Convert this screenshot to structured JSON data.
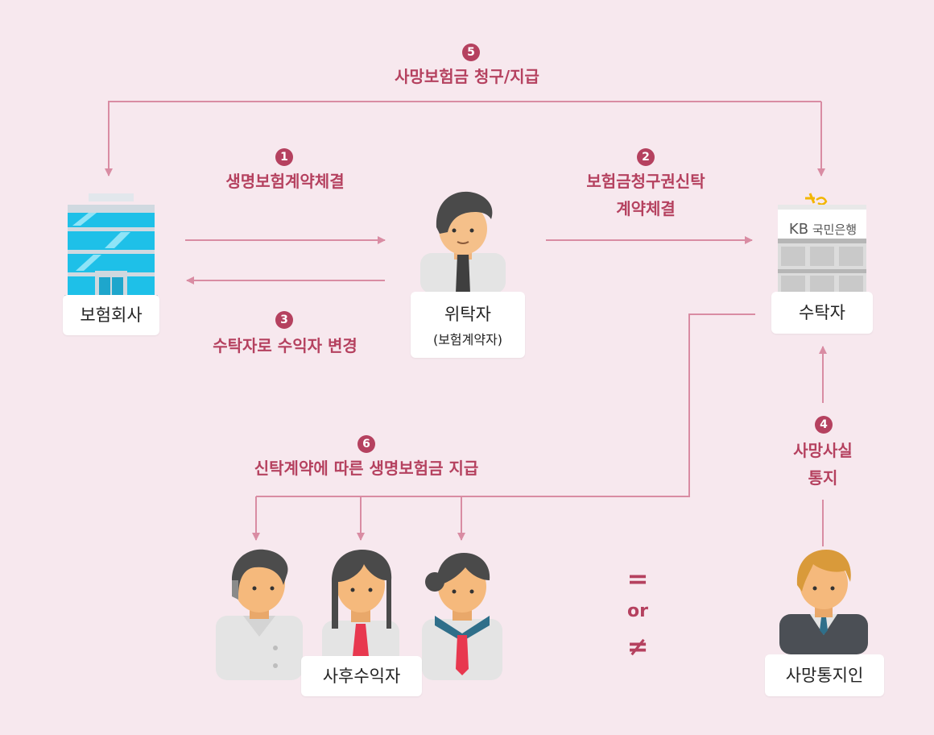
{
  "steps": {
    "s1": {
      "number": "1",
      "label": "생명보험계약체결"
    },
    "s2": {
      "number": "2",
      "label_line1": "보험금청구권신탁",
      "label_line2": "계약체결"
    },
    "s3": {
      "number": "3",
      "label": "수탁자로 수익자 변경"
    },
    "s4": {
      "number": "4",
      "label_line1": "사망사실",
      "label_line2": "통지"
    },
    "s5": {
      "number": "5",
      "label": "사망보험금 청구/지급"
    },
    "s6": {
      "number": "6",
      "label": "신탁계약에 따른 생명보험금 지급"
    }
  },
  "entities": {
    "insurer": "보험회사",
    "settlor": "위탁자",
    "settlor_sub": "(보험계약자)",
    "trustee": "수탁자",
    "beneficiary": "사후수익자",
    "notifier": "사망통지인"
  },
  "bank": {
    "logo_text": "KB",
    "name": "국민은행"
  },
  "relation": {
    "equal": "=",
    "or": "or",
    "not_equal": "≠"
  },
  "colors": {
    "background": "#f7e8ee",
    "accent": "#b5415f",
    "arrow": "#d98ca3"
  },
  "icons": [
    "office-building-icon",
    "businessman-icon",
    "kb-bank-building-icon",
    "elderly-man-icon",
    "schoolgirl-icon",
    "schoolgirl-bun-icon",
    "suited-man-icon"
  ]
}
